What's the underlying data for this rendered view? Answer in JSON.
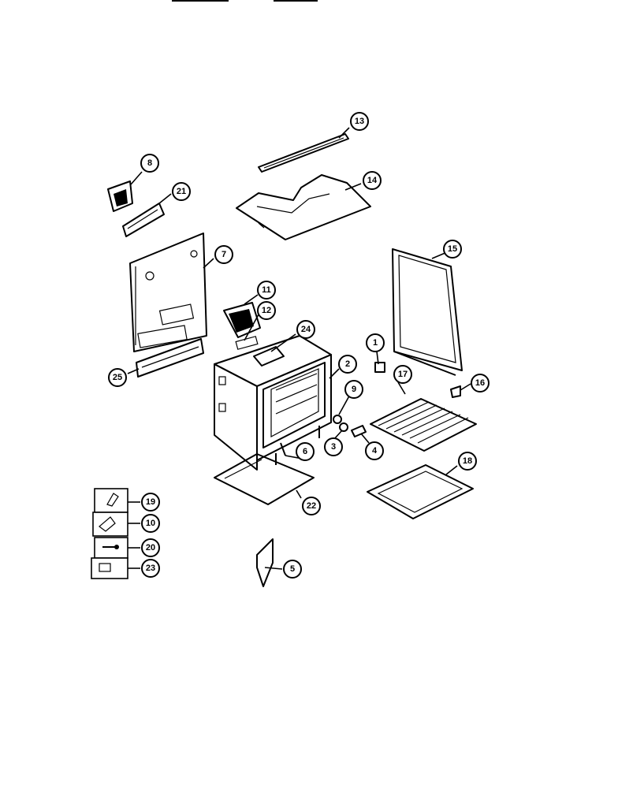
{
  "callouts": {
    "c1": "1",
    "c2": "2",
    "c3": "3",
    "c4": "4",
    "c5": "5",
    "c6": "6",
    "c7": "7",
    "c8": "8",
    "c9": "9",
    "c10": "10",
    "c11": "11",
    "c12": "12",
    "c13": "13",
    "c14": "14",
    "c15": "15",
    "c16": "16",
    "c17": "17",
    "c18": "18",
    "c19": "19",
    "c20": "20",
    "c21": "21",
    "c22": "22",
    "c23": "23",
    "c24": "24",
    "c25": "25"
  }
}
